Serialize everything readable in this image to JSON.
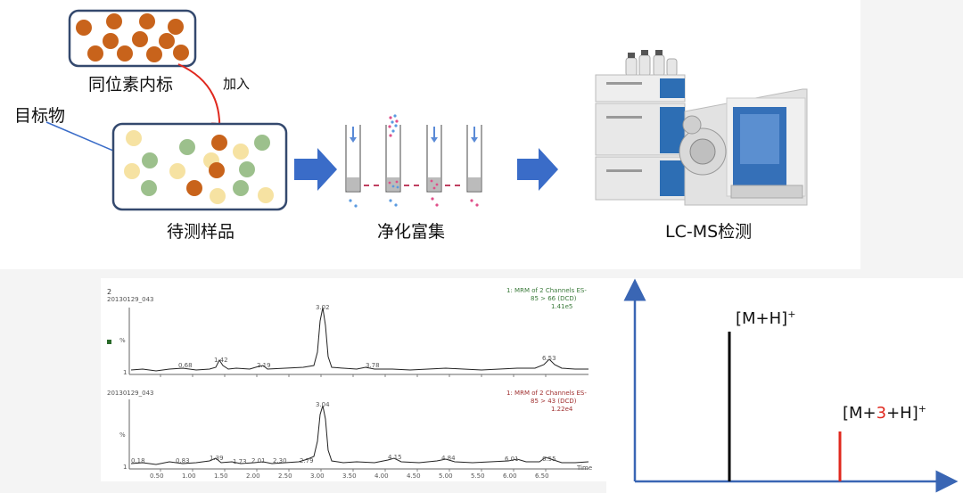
{
  "colors": {
    "orange": "#c8631b",
    "green": "#9cc08c",
    "yellow": "#f6e2a2",
    "frame": "#34496e",
    "arrow": "#3a6cc8",
    "red": "#e0281e"
  },
  "top": {
    "isotope_label": "同位素内标",
    "add_label": "加入",
    "target_label": "目标物",
    "sample_label": "待测样品",
    "purify_label": "净化富集",
    "lcms_label": "LC-MS检测"
  },
  "chromatogram": {
    "panel_no": "2",
    "trace1": {
      "file": "20130129_043",
      "header_line1": "1: MRM of 2 Channels ES-",
      "header_line2": "85 > 66 (DCD)",
      "header_line3": "1.41e5",
      "peaks": [
        "0.68",
        "1.42",
        "2.19",
        "3.02",
        "3.78",
        "6.53"
      ]
    },
    "trace2": {
      "file": "20130129_043",
      "header_line1": "1: MRM of 2 Channels ES-",
      "header_line2": "85 > 43 (DCD)",
      "header_line3": "1.22e4",
      "peaks": [
        "0.18",
        "0.83",
        "1.39",
        "1.73",
        "2.01",
        "2.30",
        "2.79",
        "3.04",
        "4.15",
        "4.84",
        "6.01",
        "6.55"
      ]
    },
    "axis_ticks": [
      "0.50",
      "1.00",
      "1.50",
      "2.00",
      "2.50",
      "3.00",
      "3.50",
      "4.00",
      "4.50",
      "5.00",
      "5.50",
      "6.00",
      "6.50"
    ],
    "y_label": "%",
    "y_one": "1",
    "time_label": "Time"
  },
  "ms": {
    "peak1_label": "[M+H]",
    "peak1_sup": "+",
    "peak2_pre": "[M+",
    "peak2_red": "3",
    "peak2_post": "+H]",
    "peak2_sup": "+"
  }
}
